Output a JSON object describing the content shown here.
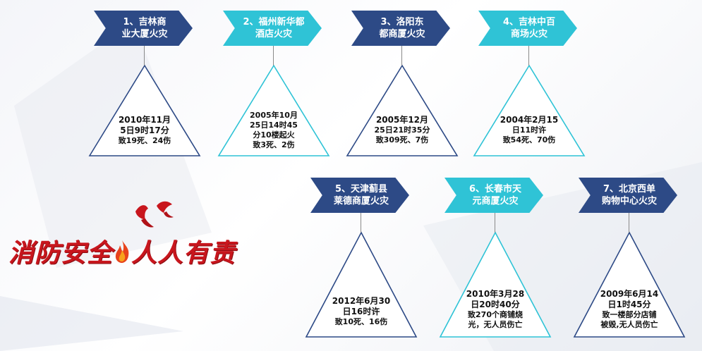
{
  "slogan": {
    "part1": "消防安全",
    "part2": "人人有责"
  },
  "colors": {
    "dark_banner": "#2d4a86",
    "light_banner": "#2fc3d6",
    "triangle_dark": "#2d4a86",
    "triangle_light": "#2fc3d6",
    "slogan_red": "#c8161d"
  },
  "incidents": [
    {
      "title": "1、吉林商\n业大厦火灾",
      "style": "dark",
      "lines": [
        "2010年11月",
        "5日9时17分",
        "致19死、24伤"
      ]
    },
    {
      "title": "2、福州新华都\n酒店火灾",
      "style": "light",
      "lines": [
        "2005年10月",
        "25日14时45",
        "分10楼起火",
        "致3死、2伤"
      ]
    },
    {
      "title": "3、洛阳东\n都商厦火灾",
      "style": "dark",
      "lines": [
        "2005年12月",
        "25日21时35分",
        "致309死、7伤"
      ]
    },
    {
      "title": "4、吉林中百\n商场火灾",
      "style": "light",
      "lines": [
        "2004年2月15",
        "日11时许",
        "致54死、70伤"
      ]
    },
    {
      "title": "5、天津蓟县\n莱德商厦火灾",
      "style": "dark",
      "lines": [
        "2012年6月30",
        "日16时许",
        "致10死、16伤"
      ]
    },
    {
      "title": "6、长春市天\n元商厦火灾",
      "style": "light",
      "lines": [
        "2010年3月28",
        "日20时40分",
        "致270个商铺烧",
        "光，无人员伤亡"
      ]
    },
    {
      "title": "7、北京西单\n购物中心火灾",
      "style": "dark",
      "lines": [
        "2009年6月14",
        "日1时45分",
        "致一楼部分店铺",
        "被毁,无人员伤亡"
      ]
    }
  ]
}
